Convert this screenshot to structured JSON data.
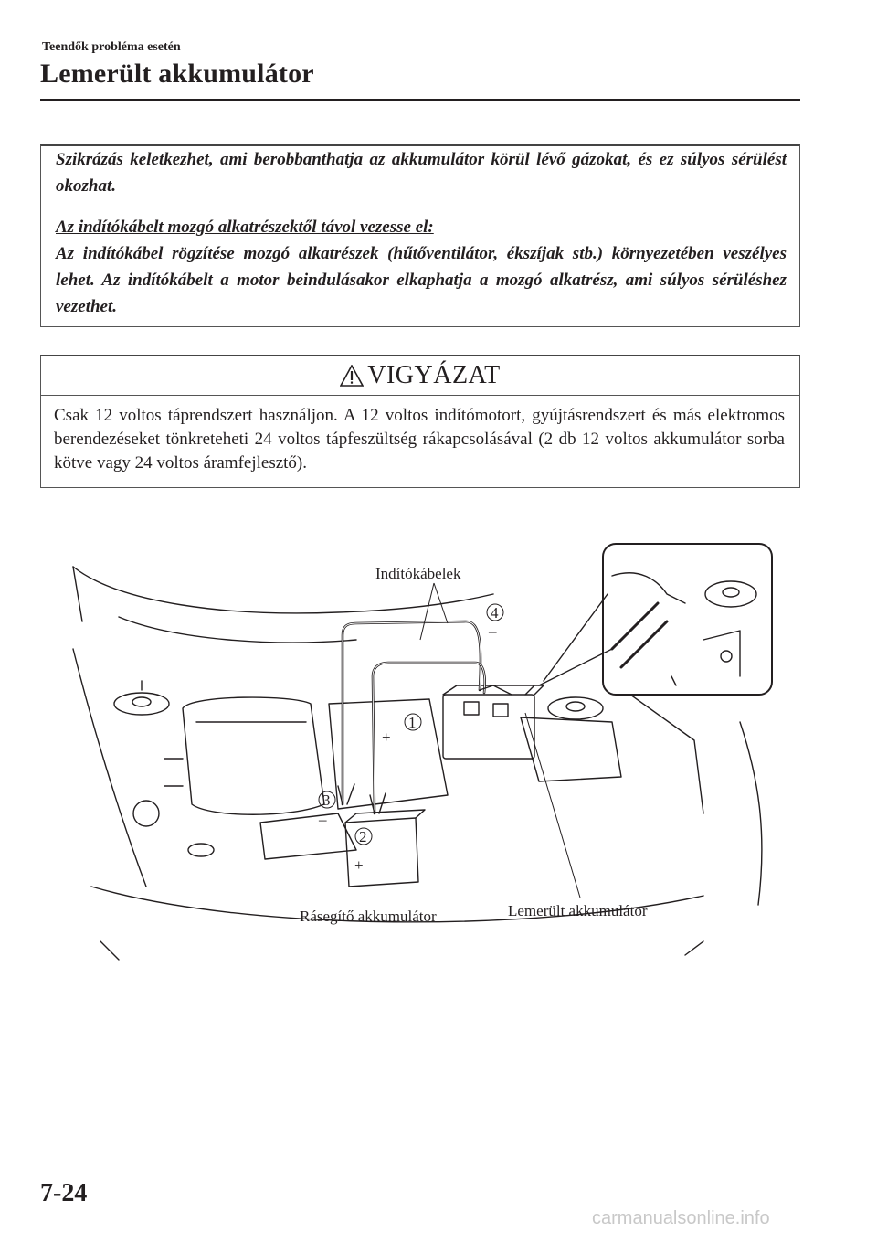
{
  "header": {
    "section": "Teendők probléma esetén",
    "title": "Lemerült akkumulátor"
  },
  "warning": {
    "p1": "Szikrázás keletkezhet, ami berobbanthatja az akkumulátor körül lévő gázokat, és ez súlyos sérülést okozhat.",
    "p2_heading": "Az indítókábelt mozgó alkatrészektől távol vezesse el:",
    "p2_body": "Az indítókábel rögzítése mozgó alkatrészek (hűtőventilátor, ékszíjak stb.) környezetében veszélyes lehet. Az indítókábelt a motor beindulásakor elkaphatja a mozgó alkatrész, ami súlyos sérüléshez vezethet."
  },
  "caution": {
    "title": "VIGYÁZAT",
    "icon": "warning-triangle-icon",
    "body": "Csak 12 voltos táprendszert használjon. A 12 voltos indítómotort, gyújtásrendszert és más elektromos berendezéseket tönkreteheti 24 voltos tápfeszültség rákapcsolásával (2 db 12 voltos akkumulátor sorba kötve vagy 24 voltos áramfejlesztő)."
  },
  "diagram": {
    "label_cables": "Indítókábelek",
    "label_booster": "Rásegítő akkumulátor",
    "label_dead": "Lemerült akkumulátor",
    "markers": [
      {
        "num": "1",
        "sign": "+"
      },
      {
        "num": "2",
        "sign": "+"
      },
      {
        "num": "3",
        "sign": "–"
      },
      {
        "num": "4",
        "sign": "–"
      }
    ]
  },
  "footer": {
    "page_number": "7-24",
    "watermark": "carmanualsonline.info"
  }
}
